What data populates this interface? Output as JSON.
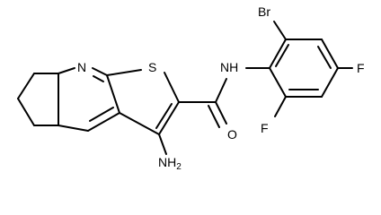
{
  "molecule": {
    "atoms": {
      "n_ring": "N",
      "s_ring": "S",
      "nh_amide": "NH",
      "o_carbonyl": "O",
      "br": "Br",
      "f_para": "F",
      "f_ortho": "F",
      "amino_prefix": "NH",
      "amino_sub": "2"
    }
  }
}
